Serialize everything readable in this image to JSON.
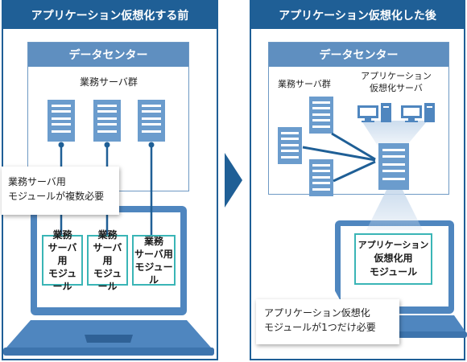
{
  "left_panel": {
    "title": "アプリケーション仮想化する前",
    "datacenter_label": "データセンター",
    "server_group_label": "業務サーバ群",
    "callout": [
      "業務サーバ用",
      "モジュールが複数必要"
    ],
    "modules": [
      [
        "業務",
        "サーバ用",
        "モジュール"
      ],
      [
        "業務",
        "サーバ用",
        "モジュール"
      ],
      [
        "業務",
        "サーバ用",
        "モジュール"
      ]
    ]
  },
  "right_panel": {
    "title": "アプリケーション仮想化した後",
    "datacenter_label": "データセンター",
    "server_group_label": "業務サーバ群",
    "virt_server_label": [
      "アプリケーション",
      "仮想化サーバ"
    ],
    "module": [
      "アプリケーション",
      "仮想化用",
      "モジュール"
    ],
    "callout": [
      "アプリケーション仮想化",
      "モジュールが1つだけ必要"
    ]
  },
  "colors": {
    "panel_blue": "#1f5f96",
    "dc_blue": "#5f8fc0",
    "server_blue": "#6b9ccd",
    "laptop_blue": "#4f86bf",
    "module_teal": "#3ab5b6",
    "arrow_blue": "#1f5f96"
  }
}
